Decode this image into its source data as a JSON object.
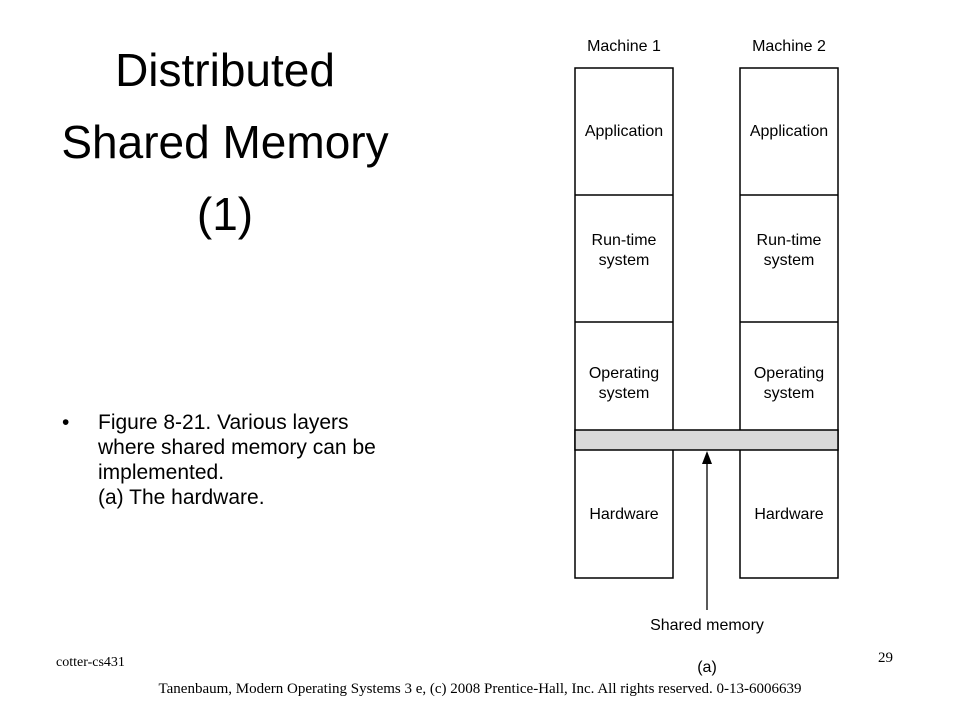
{
  "title": {
    "lines": [
      "Distributed",
      "Shared Memory",
      "(1)"
    ]
  },
  "bullets": [
    {
      "lines": [
        "Figure 8-21. Various layers",
        "where shared memory can be",
        "implemented.",
        "(a) The hardware."
      ]
    }
  ],
  "diagram": {
    "machines": [
      {
        "header": "Machine 1",
        "layers": [
          [
            "Application"
          ],
          [
            "Run-time",
            "system"
          ],
          [
            "Operating",
            "system"
          ],
          [
            "Hardware"
          ]
        ]
      },
      {
        "header": "Machine 2",
        "layers": [
          [
            "Application"
          ],
          [
            "Run-time",
            "system"
          ],
          [
            "Operating",
            "system"
          ],
          [
            "Hardware"
          ]
        ]
      }
    ],
    "shared_label": "Shared memory",
    "caption": "(a)",
    "bus_color": "#d9d9d9"
  },
  "footer": {
    "left": "cotter-cs431",
    "page_number": "29",
    "credit": "Tanenbaum, Modern Operating Systems 3 e, (c) 2008 Prentice-Hall, Inc. All rights reserved. 0-13-6006639"
  }
}
